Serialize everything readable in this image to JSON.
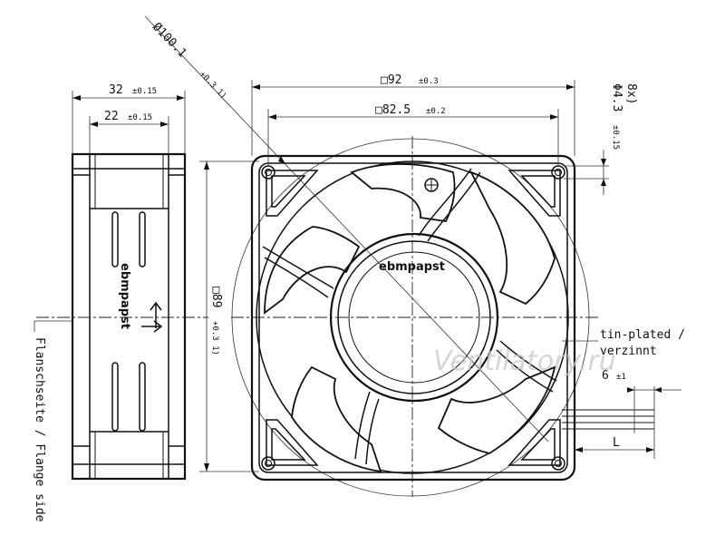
{
  "title": "",
  "dimensions": {
    "side_width": "32",
    "side_width_tol": "±0.15",
    "side_inner": "22",
    "side_inner_tol": "±0.15",
    "diameter": "Ø100.1",
    "diameter_tol": "+0.3 1)",
    "frame": "□92",
    "frame_tol": "±0.3",
    "hole_spacing": "□82.5",
    "hole_spacing_tol": "±0.2",
    "holes_count": "8x)",
    "holes_dia": "Φ4.3",
    "holes_tol": "±0.15",
    "vertical_size": "□89",
    "vertical_tol": "+0.3 1)",
    "lead_strip": "6",
    "lead_strip_tol": "±1",
    "lead_length": "L"
  },
  "notes": {
    "tin_plated": "tin-plated /",
    "verzinnt": "verzinnt",
    "flange_side": "Flanschseite / Flange side"
  },
  "brand": "ebmpapst",
  "side_brand": "ebmpapst",
  "watermark": "Ventilatory.ru"
}
